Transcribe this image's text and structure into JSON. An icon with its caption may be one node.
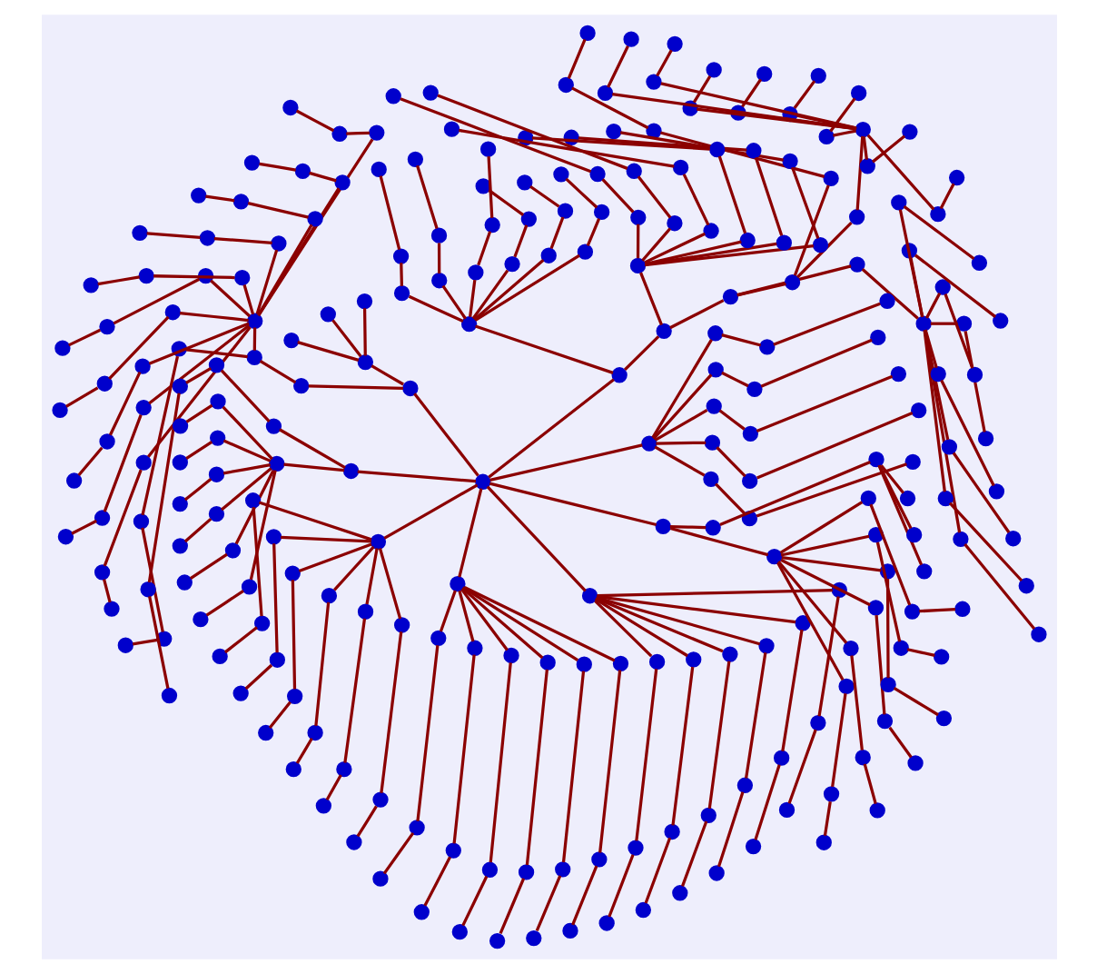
{
  "diagram": {
    "nodes": [
      {
        "text": [],
        "shape": "circle"
      },
      {
        "text": [],
        "shape": "circle"
      },
      {
        "text": [],
        "shape": "circle"
      },
      {
        "text": [],
        "shape": "circle"
      },
      {
        "text": [],
        "shape": "circle"
      },
      {
        "text": [],
        "shape": "circle"
      },
      {
        "text": [],
        "shape": "circle"
      },
      {
        "text": [],
        "shape": "circle"
      },
      {
        "text": [],
        "shape": "circle"
      },
      {
        "text": [],
        "shape": "circle"
      },
      {
        "text": [],
        "shape": "circle"
      },
      {
        "text": [],
        "shape": "circle"
      },
      {
        "text": [],
        "shape": "circle"
      },
      {
        "text": [],
        "shape": "circle"
      },
      {
        "text": [],
        "shape": "circle"
      },
      {
        "text": [],
        "shape": "circle"
      },
      {
        "text": [],
        "shape": "circle"
      },
      {
        "text": [],
        "shape": "circle"
      },
      {
        "text": [],
        "shape": "circle"
      },
      {
        "text": [],
        "shape": "circle"
      },
      {
        "text": [],
        "shape": "circle"
      },
      {
        "text": [],
        "shape": "circle"
      },
      {
        "text": [],
        "shape": "circle"
      },
      {
        "text": [],
        "shape": "circle"
      },
      {
        "text": [],
        "shape": "circle"
      },
      {
        "text": [],
        "shape": "circle"
      },
      {
        "text": [],
        "shape": "circle"
      },
      {
        "text": [],
        "shape": "circle"
      },
      {
        "text": [],
        "shape": "circle"
      },
      {
        "text": [],
        "shape": "circle"
      },
      {
        "text": [],
        "shape": "circle"
      },
      {
        "text": [],
        "shape": "circle"
      },
      {
        "text": [],
        "shape": "circle"
      },
      {
        "text": [],
        "shape": "circle"
      },
      {
        "text": [],
        "shape": "circle"
      },
      {
        "text": [],
        "shape": "circle"
      },
      {
        "text": [],
        "shape": "circle"
      },
      {
        "text": [],
        "shape": "circle"
      },
      {
        "text": [],
        "shape": "circle"
      },
      {
        "text": [],
        "shape": "circle"
      },
      {
        "text": [],
        "shape": "circle"
      },
      {
        "text": [],
        "shape": "circle"
      },
      {
        "text": [],
        "shape": "circle"
      },
      {
        "text": [],
        "shape": "circle"
      },
      {
        "text": [],
        "shape": "circle"
      },
      {
        "text": [],
        "shape": "circle"
      },
      {
        "text": [],
        "shape": "circle"
      },
      {
        "text": [],
        "shape": "circle"
      },
      {
        "text": [],
        "shape": "circle"
      },
      {
        "text": [],
        "shape": "circle"
      },
      {
        "text": [],
        "shape": "circle"
      },
      {
        "text": [],
        "shape": "circle"
      },
      {
        "text": [],
        "shape": "circle"
      },
      {
        "text": [],
        "shape": "circle"
      },
      {
        "text": [],
        "shape": "circle"
      },
      {
        "text": [],
        "shape": "circle"
      },
      {
        "text": [],
        "shape": "circle"
      },
      {
        "text": [],
        "shape": "circle"
      },
      {
        "text": [],
        "shape": "circle"
      },
      {
        "text": [],
        "shape": "circle"
      },
      {
        "text": [],
        "shape": "circle"
      },
      {
        "text": [],
        "shape": "circle"
      },
      {
        "text": [],
        "shape": "circle"
      },
      {
        "text": [],
        "shape": "circle"
      },
      {
        "text": [],
        "shape": "circle"
      },
      {
        "text": [],
        "shape": "circle"
      },
      {
        "text": [],
        "shape": "circle"
      },
      {
        "text": [],
        "shape": "circle"
      },
      {
        "text": [],
        "shape": "circle"
      },
      {
        "text": [],
        "shape": "circle"
      },
      {
        "text": [],
        "shape": "circle"
      },
      {
        "text": [],
        "shape": "circle"
      },
      {
        "text": [],
        "shape": "circle"
      },
      {
        "text": [],
        "shape": "circle"
      },
      {
        "text": [],
        "shape": "circle"
      },
      {
        "text": [],
        "shape": "circle"
      },
      {
        "text": [],
        "shape": "circle"
      },
      {
        "text": [],
        "shape": "circle"
      },
      {
        "text": [],
        "shape": "circle"
      },
      {
        "text": [],
        "shape": "circle"
      },
      {
        "text": [],
        "shape": "circle"
      },
      {
        "text": [],
        "shape": "circle"
      },
      {
        "text": [],
        "shape": "circle"
      },
      {
        "text": [],
        "shape": "circle"
      },
      {
        "text": [],
        "shape": "circle"
      },
      {
        "text": [],
        "shape": "circle"
      },
      {
        "text": [],
        "shape": "circle"
      },
      {
        "text": [],
        "shape": "circle"
      },
      {
        "text": [],
        "shape": "circle"
      },
      {
        "text": [],
        "shape": "circle"
      },
      {
        "text": [],
        "shape": "circle"
      },
      {
        "text": [],
        "shape": "circle"
      },
      {
        "text": [],
        "shape": "circle"
      },
      {
        "text": [],
        "shape": "circle"
      },
      {
        "text": [],
        "shape": "circle"
      },
      {
        "text": [],
        "shape": "circle"
      },
      {
        "text": [],
        "shape": "circle"
      },
      {
        "text": [],
        "shape": "circle"
      },
      {
        "text": [],
        "shape": "circle"
      },
      {
        "text": [],
        "shape": "circle"
      },
      {
        "text": [],
        "shape": "circle"
      },
      {
        "text": [],
        "shape": "circle"
      },
      {
        "text": [],
        "shape": "circle"
      },
      {
        "text": [],
        "shape": "circle"
      },
      {
        "text": [],
        "shape": "circle"
      },
      {
        "text": [],
        "shape": "circle"
      },
      {
        "text": [],
        "shape": "circle"
      },
      {
        "text": [],
        "shape": "circle"
      },
      {
        "text": [],
        "shape": "circle"
      },
      {
        "text": [],
        "shape": "circle"
      },
      {
        "text": [],
        "shape": "circle"
      },
      {
        "text": [],
        "shape": "circle"
      },
      {
        "text": [],
        "shape": "circle"
      },
      {
        "text": [],
        "shape": "circle"
      },
      {
        "text": [],
        "shape": "circle"
      },
      {
        "text": [],
        "shape": "circle"
      },
      {
        "text": [],
        "shape": "circle"
      },
      {
        "text": [],
        "shape": "circle"
      },
      {
        "text": [],
        "shape": "circle"
      },
      {
        "text": [],
        "shape": "circle"
      },
      {
        "text": [],
        "shape": "circle"
      },
      {
        "text": [],
        "shape": "circle"
      },
      {
        "text": [],
        "shape": "circle"
      },
      {
        "text": [],
        "shape": "circle"
      },
      {
        "text": [],
        "shape": "circle"
      },
      {
        "text": [],
        "shape": "circle"
      },
      {
        "text": [],
        "shape": "circle"
      },
      {
        "text": [],
        "shape": "circle"
      },
      {
        "text": [],
        "shape": "circle"
      },
      {
        "text": [],
        "shape": "circle"
      },
      {
        "text": [],
        "shape": "circle"
      },
      {
        "text": [],
        "shape": "circle"
      },
      {
        "text": [],
        "shape": "circle"
      },
      {
        "text": [],
        "shape": "circle"
      },
      {
        "text": [],
        "shape": "circle"
      },
      {
        "text": [],
        "shape": "circle"
      },
      {
        "text": [],
        "shape": "circle"
      },
      {
        "text": [],
        "shape": "circle"
      },
      {
        "text": [],
        "shape": "circle"
      },
      {
        "text": [],
        "shape": "circle"
      },
      {
        "text": [],
        "shape": "circle"
      },
      {
        "text": [],
        "shape": "circle"
      },
      {
        "text": [],
        "shape": "circle"
      },
      {
        "text": [],
        "shape": "circle"
      },
      {
        "text": [],
        "shape": "circle"
      },
      {
        "text": [],
        "shape": "circle"
      },
      {
        "text": [],
        "shape": "circle"
      },
      {
        "text": [],
        "shape": "circle"
      },
      {
        "text": [],
        "shape": "circle"
      },
      {
        "text": [],
        "shape": "circle"
      },
      {
        "text": [],
        "shape": "circle"
      },
      {
        "text": [],
        "shape": "circle"
      },
      {
        "text": [],
        "shape": "circle"
      },
      {
        "text": [],
        "shape": "circle"
      },
      {
        "text": [],
        "shape": "circle"
      },
      {
        "text": [],
        "shape": "circle"
      },
      {
        "text": [],
        "shape": "circle"
      },
      {
        "text": [],
        "shape": "circle"
      },
      {
        "text": [],
        "shape": "circle"
      },
      {
        "text": [],
        "shape": "circle"
      },
      {
        "text": [],
        "shape": "circle"
      },
      {
        "text": [],
        "shape": "circle"
      },
      {
        "text": [],
        "shape": "circle"
      },
      {
        "text": [],
        "shape": "circle"
      },
      {
        "text": [],
        "shape": "circle"
      },
      {
        "text": [],
        "shape": "circle"
      },
      {
        "text": [],
        "shape": "circle"
      },
      {
        "text": [],
        "shape": "circle"
      },
      {
        "text": [],
        "shape": "circle"
      },
      {
        "text": [],
        "shape": "circle"
      },
      {
        "text": [],
        "shape": "circle"
      },
      {
        "text": [],
        "shape": "circle"
      },
      {
        "text": [],
        "shape": "circle"
      },
      {
        "text": [],
        "shape": "circle"
      },
      {
        "text": [],
        "shape": "circle"
      },
      {
        "text": [],
        "shape": "circle"
      },
      {
        "text": [],
        "shape": "circle"
      },
      {
        "text": [],
        "shape": "circle"
      },
      {
        "text": [],
        "shape": "circle"
      },
      {
        "text": [],
        "shape": "circle"
      },
      {
        "text": [],
        "shape": "circle"
      },
      {
        "text": [],
        "shape": "circle"
      },
      {
        "text": [],
        "shape": "circle"
      },
      {
        "text": [],
        "shape": "circle"
      },
      {
        "text": [],
        "shape": "circle"
      },
      {
        "text": [],
        "shape": "circle"
      },
      {
        "text": [],
        "shape": "circle"
      },
      {
        "text": [],
        "shape": "circle"
      },
      {
        "text": [],
        "shape": "circle"
      },
      {
        "text": [],
        "shape": "circle"
      },
      {
        "text": [],
        "shape": "circle"
      },
      {
        "text": [],
        "shape": "circle"
      },
      {
        "text": [],
        "shape": "circle"
      },
      {
        "text": [],
        "shape": "circle"
      },
      {
        "text": [],
        "shape": "circle"
      },
      {
        "text": [],
        "shape": "circle"
      },
      {
        "text": [],
        "shape": "circle"
      },
      {
        "text": [],
        "shape": "circle"
      },
      {
        "text": [],
        "shape": "circle"
      },
      {
        "text": [],
        "shape": "circle"
      },
      {
        "text": [],
        "shape": "circle"
      },
      {
        "text": [],
        "shape": "circle"
      },
      {
        "text": [],
        "shape": "circle"
      },
      {
        "text": [],
        "shape": "circle"
      },
      {
        "text": [],
        "shape": "circle"
      },
      {
        "text": [],
        "shape": "circle"
      },
      {
        "text": [],
        "shape": "circle"
      },
      {
        "text": [],
        "shape": "circle"
      },
      {
        "text": [],
        "shape": "circle"
      },
      {
        "text": [],
        "shape": "circle"
      },
      {
        "text": [],
        "shape": "circle"
      },
      {
        "text": [],
        "shape": "circle"
      },
      {
        "text": [],
        "shape": "circle"
      },
      {
        "text": [],
        "shape": "circle"
      },
      {
        "text": [],
        "shape": "circle"
      },
      {
        "text": [],
        "shape": "circle"
      },
      {
        "text": [],
        "shape": "circle"
      },
      {
        "text": [],
        "shape": "circle"
      },
      {
        "text": [],
        "shape": "circle"
      },
      {
        "text": [],
        "shape": "circle"
      },
      {
        "text": [],
        "shape": "circle"
      },
      {
        "text": [],
        "shape": "circle"
      },
      {
        "text": [],
        "shape": "circle"
      },
      {
        "text": [],
        "shape": "circle"
      },
      {
        "text": [],
        "shape": "circle"
      },
      {
        "text": [],
        "shape": "circle"
      },
      {
        "text": [],
        "shape": "circle"
      },
      {
        "text": [],
        "shape": "circle"
      },
      {
        "text": [],
        "shape": "circle"
      },
      {
        "text": [],
        "shape": "circle"
      },
      {
        "text": [],
        "shape": "circle"
      },
      {
        "text": [],
        "shape": "circle"
      },
      {
        "text": [],
        "shape": "circle"
      },
      {
        "text": [],
        "shape": "circle"
      },
      {
        "text": [],
        "shape": "circle"
      },
      {
        "text": [],
        "shape": "circle"
      },
      {
        "text": [],
        "shape": "circle"
      },
      {
        "text": [],
        "shape": "circle"
      },
      {
        "text": [],
        "shape": "circle"
      },
      {
        "text": [],
        "shape": "circle"
      },
      {
        "text": [],
        "shape": "circle"
      },
      {
        "text": [],
        "shape": "circle"
      }
    ],
    "edges": [
      {
        "from": 0,
        "to": 1,
        "arrow": "none"
      },
      {
        "from": 1,
        "to": 2,
        "arrow": "none"
      },
      {
        "from": 2,
        "to": 3,
        "arrow": "none"
      },
      {
        "from": 3,
        "to": 4,
        "arrow": "none"
      },
      {
        "from": 3,
        "to": 5,
        "arrow": "none"
      },
      {
        "from": 5,
        "to": 6,
        "arrow": "none"
      },
      {
        "from": 6,
        "to": 7,
        "arrow": "none"
      },
      {
        "from": 7,
        "to": 8,
        "arrow": "none"
      },
      {
        "from": 8,
        "to": 9,
        "arrow": "none"
      },
      {
        "from": 7,
        "to": 10,
        "arrow": "none"
      },
      {
        "from": 10,
        "to": 11,
        "arrow": "none"
      },
      {
        "from": 7,
        "to": 12,
        "arrow": "none"
      },
      {
        "from": 12,
        "to": 13,
        "arrow": "none"
      },
      {
        "from": 7,
        "to": 14,
        "arrow": "none"
      },
      {
        "from": 14,
        "to": 15,
        "arrow": "none"
      },
      {
        "from": 7,
        "to": 16,
        "arrow": "none"
      },
      {
        "from": 16,
        "to": 17,
        "arrow": "none"
      },
      {
        "from": 7,
        "to": 18,
        "arrow": "none"
      },
      {
        "from": 18,
        "to": 19,
        "arrow": "none"
      },
      {
        "from": 7,
        "to": 20,
        "arrow": "none"
      },
      {
        "from": 20,
        "to": 21,
        "arrow": "none"
      },
      {
        "from": 7,
        "to": 22,
        "arrow": "none"
      },
      {
        "from": 22,
        "to": 23,
        "arrow": "none"
      },
      {
        "from": 5,
        "to": 24,
        "arrow": "none"
      },
      {
        "from": 24,
        "to": 25,
        "arrow": "none"
      },
      {
        "from": 25,
        "to": 26,
        "arrow": "none"
      },
      {
        "from": 26,
        "to": 27,
        "arrow": "none"
      },
      {
        "from": 4,
        "to": 28,
        "arrow": "none"
      },
      {
        "from": 28,
        "to": 29,
        "arrow": "none"
      },
      {
        "from": 29,
        "to": 30,
        "arrow": "none"
      },
      {
        "from": 28,
        "to": 31,
        "arrow": "none"
      },
      {
        "from": 31,
        "to": 32,
        "arrow": "none"
      },
      {
        "from": 28,
        "to": 33,
        "arrow": "none"
      },
      {
        "from": 33,
        "to": 34,
        "arrow": "none"
      },
      {
        "from": 28,
        "to": 35,
        "arrow": "none"
      },
      {
        "from": 35,
        "to": 36,
        "arrow": "none"
      },
      {
        "from": 28,
        "to": 37,
        "arrow": "none"
      },
      {
        "from": 37,
        "to": 38,
        "arrow": "none"
      },
      {
        "from": 28,
        "to": 39,
        "arrow": "none"
      },
      {
        "from": 39,
        "to": 40,
        "arrow": "none"
      },
      {
        "from": 28,
        "to": 41,
        "arrow": "none"
      },
      {
        "from": 41,
        "to": 42,
        "arrow": "none"
      },
      {
        "from": 28,
        "to": 43,
        "arrow": "none"
      },
      {
        "from": 43,
        "to": 44,
        "arrow": "none"
      },
      {
        "from": 2,
        "to": 45,
        "arrow": "none"
      },
      {
        "from": 45,
        "to": 46,
        "arrow": "none"
      },
      {
        "from": 46,
        "to": 47,
        "arrow": "none"
      },
      {
        "from": 47,
        "to": 48,
        "arrow": "none"
      },
      {
        "from": 45,
        "to": 49,
        "arrow": "none"
      },
      {
        "from": 49,
        "to": 50,
        "arrow": "none"
      },
      {
        "from": 50,
        "to": 51,
        "arrow": "none"
      },
      {
        "from": 45,
        "to": 52,
        "arrow": "none"
      },
      {
        "from": 52,
        "to": 53,
        "arrow": "none"
      },
      {
        "from": 53,
        "to": 54,
        "arrow": "none"
      },
      {
        "from": 45,
        "to": 55,
        "arrow": "none"
      },
      {
        "from": 55,
        "to": 56,
        "arrow": "none"
      },
      {
        "from": 56,
        "to": 57,
        "arrow": "none"
      },
      {
        "from": 45,
        "to": 58,
        "arrow": "none"
      },
      {
        "from": 58,
        "to": 59,
        "arrow": "none"
      },
      {
        "from": 59,
        "to": 60,
        "arrow": "none"
      },
      {
        "from": 45,
        "to": 61,
        "arrow": "none"
      },
      {
        "from": 61,
        "to": 62,
        "arrow": "none"
      },
      {
        "from": 62,
        "to": 63,
        "arrow": "none"
      },
      {
        "from": 1,
        "to": 64,
        "arrow": "none"
      },
      {
        "from": 64,
        "to": 65,
        "arrow": "none"
      },
      {
        "from": 65,
        "to": 66,
        "arrow": "none"
      },
      {
        "from": 66,
        "to": 67,
        "arrow": "none"
      },
      {
        "from": 64,
        "to": 68,
        "arrow": "none"
      },
      {
        "from": 68,
        "to": 69,
        "arrow": "none"
      },
      {
        "from": 69,
        "to": 70,
        "arrow": "none"
      },
      {
        "from": 64,
        "to": 71,
        "arrow": "none"
      },
      {
        "from": 71,
        "to": 72,
        "arrow": "none"
      },
      {
        "from": 72,
        "to": 73,
        "arrow": "none"
      },
      {
        "from": 64,
        "to": 74,
        "arrow": "none"
      },
      {
        "from": 74,
        "to": 75,
        "arrow": "none"
      },
      {
        "from": 75,
        "to": 76,
        "arrow": "none"
      },
      {
        "from": 64,
        "to": 77,
        "arrow": "none"
      },
      {
        "from": 77,
        "to": 78,
        "arrow": "none"
      },
      {
        "from": 78,
        "to": 79,
        "arrow": "none"
      },
      {
        "from": 64,
        "to": 80,
        "arrow": "none"
      },
      {
        "from": 80,
        "to": 81,
        "arrow": "none"
      },
      {
        "from": 81,
        "to": 82,
        "arrow": "none"
      },
      {
        "from": 0,
        "to": 83,
        "arrow": "none"
      },
      {
        "from": 83,
        "to": 84,
        "arrow": "none"
      },
      {
        "from": 84,
        "to": 85,
        "arrow": "none"
      },
      {
        "from": 84,
        "to": 86,
        "arrow": "none"
      },
      {
        "from": 84,
        "to": 87,
        "arrow": "none"
      },
      {
        "from": 83,
        "to": 88,
        "arrow": "none"
      },
      {
        "from": 88,
        "to": 89,
        "arrow": "none"
      },
      {
        "from": 89,
        "to": 90,
        "arrow": "none"
      },
      {
        "from": 90,
        "to": 91,
        "arrow": "none"
      },
      {
        "from": 91,
        "to": 92,
        "arrow": "none"
      },
      {
        "from": 92,
        "to": 93,
        "arrow": "none"
      },
      {
        "from": 90,
        "to": 94,
        "arrow": "none"
      },
      {
        "from": 94,
        "to": 95,
        "arrow": "none"
      },
      {
        "from": 95,
        "to": 96,
        "arrow": "none"
      },
      {
        "from": 90,
        "to": 97,
        "arrow": "none"
      },
      {
        "from": 97,
        "to": 98,
        "arrow": "none"
      },
      {
        "from": 98,
        "to": 99,
        "arrow": "none"
      },
      {
        "from": 90,
        "to": 100,
        "arrow": "none"
      },
      {
        "from": 100,
        "to": 101,
        "arrow": "none"
      },
      {
        "from": 101,
        "to": 102,
        "arrow": "none"
      },
      {
        "from": 90,
        "to": 103,
        "arrow": "none"
      },
      {
        "from": 103,
        "to": 104,
        "arrow": "none"
      },
      {
        "from": 104,
        "to": 105,
        "arrow": "none"
      },
      {
        "from": 90,
        "to": 106,
        "arrow": "none"
      },
      {
        "from": 106,
        "to": 107,
        "arrow": "none"
      },
      {
        "from": 107,
        "to": 108,
        "arrow": "none"
      },
      {
        "from": 90,
        "to": 109,
        "arrow": "none"
      },
      {
        "from": 109,
        "to": 110,
        "arrow": "none"
      },
      {
        "from": 110,
        "to": 111,
        "arrow": "none"
      },
      {
        "from": 90,
        "to": 112,
        "arrow": "none"
      },
      {
        "from": 112,
        "to": 113,
        "arrow": "none"
      },
      {
        "from": 113,
        "to": 114,
        "arrow": "none"
      },
      {
        "from": 90,
        "to": 115,
        "arrow": "none"
      },
      {
        "from": 115,
        "to": 116,
        "arrow": "none"
      },
      {
        "from": 116,
        "to": 117,
        "arrow": "none"
      },
      {
        "from": 90,
        "to": 118,
        "arrow": "none"
      },
      {
        "from": 118,
        "to": 119,
        "arrow": "none"
      },
      {
        "from": 119,
        "to": 120,
        "arrow": "none"
      },
      {
        "from": 89,
        "to": 121,
        "arrow": "none"
      },
      {
        "from": 121,
        "to": 122,
        "arrow": "none"
      },
      {
        "from": 122,
        "to": 123,
        "arrow": "none"
      },
      {
        "from": 123,
        "to": 124,
        "arrow": "none"
      },
      {
        "from": 0,
        "to": 125,
        "arrow": "none"
      },
      {
        "from": 125,
        "to": 126,
        "arrow": "none"
      },
      {
        "from": 126,
        "to": 127,
        "arrow": "none"
      },
      {
        "from": 127,
        "to": 128,
        "arrow": "none"
      },
      {
        "from": 128,
        "to": 129,
        "arrow": "none"
      },
      {
        "from": 129,
        "to": 130,
        "arrow": "none"
      },
      {
        "from": 125,
        "to": 131,
        "arrow": "none"
      },
      {
        "from": 131,
        "to": 132,
        "arrow": "none"
      },
      {
        "from": 132,
        "to": 133,
        "arrow": "none"
      },
      {
        "from": 131,
        "to": 134,
        "arrow": "none"
      },
      {
        "from": 134,
        "to": 135,
        "arrow": "none"
      },
      {
        "from": 131,
        "to": 136,
        "arrow": "none"
      },
      {
        "from": 136,
        "to": 137,
        "arrow": "none"
      },
      {
        "from": 131,
        "to": 138,
        "arrow": "none"
      },
      {
        "from": 138,
        "to": 139,
        "arrow": "none"
      },
      {
        "from": 131,
        "to": 140,
        "arrow": "none"
      },
      {
        "from": 140,
        "to": 141,
        "arrow": "none"
      },
      {
        "from": 131,
        "to": 142,
        "arrow": "none"
      },
      {
        "from": 142,
        "to": 143,
        "arrow": "none"
      },
      {
        "from": 0,
        "to": 144,
        "arrow": "none"
      },
      {
        "from": 144,
        "to": 145,
        "arrow": "none"
      },
      {
        "from": 145,
        "to": 146,
        "arrow": "none"
      },
      {
        "from": 146,
        "to": 147,
        "arrow": "none"
      },
      {
        "from": 144,
        "to": 148,
        "arrow": "none"
      },
      {
        "from": 148,
        "to": 149,
        "arrow": "none"
      },
      {
        "from": 149,
        "to": 150,
        "arrow": "none"
      },
      {
        "from": 144,
        "to": 151,
        "arrow": "none"
      },
      {
        "from": 151,
        "to": 152,
        "arrow": "none"
      },
      {
        "from": 152,
        "to": 153,
        "arrow": "none"
      },
      {
        "from": 144,
        "to": 154,
        "arrow": "none"
      },
      {
        "from": 154,
        "to": 155,
        "arrow": "none"
      },
      {
        "from": 155,
        "to": 156,
        "arrow": "none"
      },
      {
        "from": 144,
        "to": 157,
        "arrow": "none"
      },
      {
        "from": 157,
        "to": 158,
        "arrow": "none"
      },
      {
        "from": 158,
        "to": 159,
        "arrow": "none"
      },
      {
        "from": 144,
        "to": 160,
        "arrow": "none"
      },
      {
        "from": 160,
        "to": 161,
        "arrow": "none"
      },
      {
        "from": 161,
        "to": 162,
        "arrow": "none"
      },
      {
        "from": 0,
        "to": 163,
        "arrow": "none"
      },
      {
        "from": 163,
        "to": 164,
        "arrow": "none"
      },
      {
        "from": 164,
        "to": 165,
        "arrow": "none"
      },
      {
        "from": 165,
        "to": 166,
        "arrow": "none"
      },
      {
        "from": 163,
        "to": 167,
        "arrow": "none"
      },
      {
        "from": 167,
        "to": 168,
        "arrow": "none"
      },
      {
        "from": 168,
        "to": 169,
        "arrow": "none"
      },
      {
        "from": 163,
        "to": 170,
        "arrow": "none"
      },
      {
        "from": 170,
        "to": 171,
        "arrow": "none"
      },
      {
        "from": 171,
        "to": 172,
        "arrow": "none"
      },
      {
        "from": 163,
        "to": 173,
        "arrow": "none"
      },
      {
        "from": 173,
        "to": 174,
        "arrow": "none"
      },
      {
        "from": 174,
        "to": 175,
        "arrow": "none"
      },
      {
        "from": 163,
        "to": 176,
        "arrow": "none"
      },
      {
        "from": 176,
        "to": 177,
        "arrow": "none"
      },
      {
        "from": 177,
        "to": 178,
        "arrow": "none"
      },
      {
        "from": 163,
        "to": 179,
        "arrow": "none"
      },
      {
        "from": 179,
        "to": 180,
        "arrow": "none"
      },
      {
        "from": 180,
        "to": 181,
        "arrow": "none"
      },
      {
        "from": 0,
        "to": 182,
        "arrow": "none"
      },
      {
        "from": 182,
        "to": 183,
        "arrow": "none"
      },
      {
        "from": 183,
        "to": 184,
        "arrow": "none"
      },
      {
        "from": 184,
        "to": 185,
        "arrow": "none"
      },
      {
        "from": 182,
        "to": 186,
        "arrow": "none"
      },
      {
        "from": 186,
        "to": 187,
        "arrow": "none"
      },
      {
        "from": 187,
        "to": 188,
        "arrow": "none"
      },
      {
        "from": 182,
        "to": 189,
        "arrow": "none"
      },
      {
        "from": 189,
        "to": 190,
        "arrow": "none"
      },
      {
        "from": 190,
        "to": 191,
        "arrow": "none"
      },
      {
        "from": 182,
        "to": 192,
        "arrow": "none"
      },
      {
        "from": 192,
        "to": 193,
        "arrow": "none"
      },
      {
        "from": 193,
        "to": 194,
        "arrow": "none"
      },
      {
        "from": 182,
        "to": 195,
        "arrow": "none"
      },
      {
        "from": 195,
        "to": 196,
        "arrow": "none"
      },
      {
        "from": 196,
        "to": 197,
        "arrow": "none"
      },
      {
        "from": 182,
        "to": 198,
        "arrow": "none"
      },
      {
        "from": 198,
        "to": 199,
        "arrow": "none"
      },
      {
        "from": 199,
        "to": 200,
        "arrow": "none"
      },
      {
        "from": 0,
        "to": 201,
        "arrow": "none"
      },
      {
        "from": 201,
        "to": 202,
        "arrow": "none"
      },
      {
        "from": 202,
        "to": 203,
        "arrow": "none"
      },
      {
        "from": 203,
        "to": 204,
        "arrow": "none"
      },
      {
        "from": 204,
        "to": 205,
        "arrow": "none"
      },
      {
        "from": 202,
        "to": 206,
        "arrow": "none"
      },
      {
        "from": 206,
        "to": 207,
        "arrow": "none"
      },
      {
        "from": 207,
        "to": 208,
        "arrow": "none"
      },
      {
        "from": 202,
        "to": 209,
        "arrow": "none"
      },
      {
        "from": 209,
        "to": 210,
        "arrow": "none"
      },
      {
        "from": 210,
        "to": 211,
        "arrow": "none"
      },
      {
        "from": 202,
        "to": 212,
        "arrow": "none"
      },
      {
        "from": 212,
        "to": 213,
        "arrow": "none"
      },
      {
        "from": 213,
        "to": 214,
        "arrow": "none"
      },
      {
        "from": 202,
        "to": 215,
        "arrow": "none"
      },
      {
        "from": 215,
        "to": 216,
        "arrow": "none"
      },
      {
        "from": 216,
        "to": 217,
        "arrow": "none"
      },
      {
        "from": 202,
        "to": 218,
        "arrow": "none"
      },
      {
        "from": 218,
        "to": 219,
        "arrow": "none"
      },
      {
        "from": 219,
        "to": 220,
        "arrow": "none"
      },
      {
        "from": 0,
        "to": 221,
        "arrow": "none"
      },
      {
        "from": 221,
        "to": 222,
        "arrow": "none"
      },
      {
        "from": 222,
        "to": 223,
        "arrow": "none"
      },
      {
        "from": 223,
        "to": 224,
        "arrow": "none"
      },
      {
        "from": 221,
        "to": 225,
        "arrow": "none"
      },
      {
        "from": 225,
        "to": 226,
        "arrow": "none"
      },
      {
        "from": 226,
        "to": 227,
        "arrow": "none"
      },
      {
        "from": 221,
        "to": 228,
        "arrow": "none"
      },
      {
        "from": 228,
        "to": 229,
        "arrow": "none"
      },
      {
        "from": 229,
        "to": 230,
        "arrow": "none"
      },
      {
        "from": 221,
        "to": 231,
        "arrow": "none"
      },
      {
        "from": 231,
        "to": 232,
        "arrow": "none"
      },
      {
        "from": 232,
        "to": 233,
        "arrow": "none"
      },
      {
        "from": 221,
        "to": 234,
        "arrow": "none"
      },
      {
        "from": 234,
        "to": 235,
        "arrow": "none"
      },
      {
        "from": 235,
        "to": 236,
        "arrow": "none"
      },
      {
        "from": 201,
        "to": 237,
        "arrow": "none"
      },
      {
        "from": 237,
        "to": 238,
        "arrow": "none"
      },
      {
        "from": 238,
        "to": 239,
        "arrow": "none"
      },
      {
        "from": 238,
        "to": 240,
        "arrow": "none"
      },
      {
        "from": 238,
        "to": 241,
        "arrow": "none"
      }
    ]
  }
}
